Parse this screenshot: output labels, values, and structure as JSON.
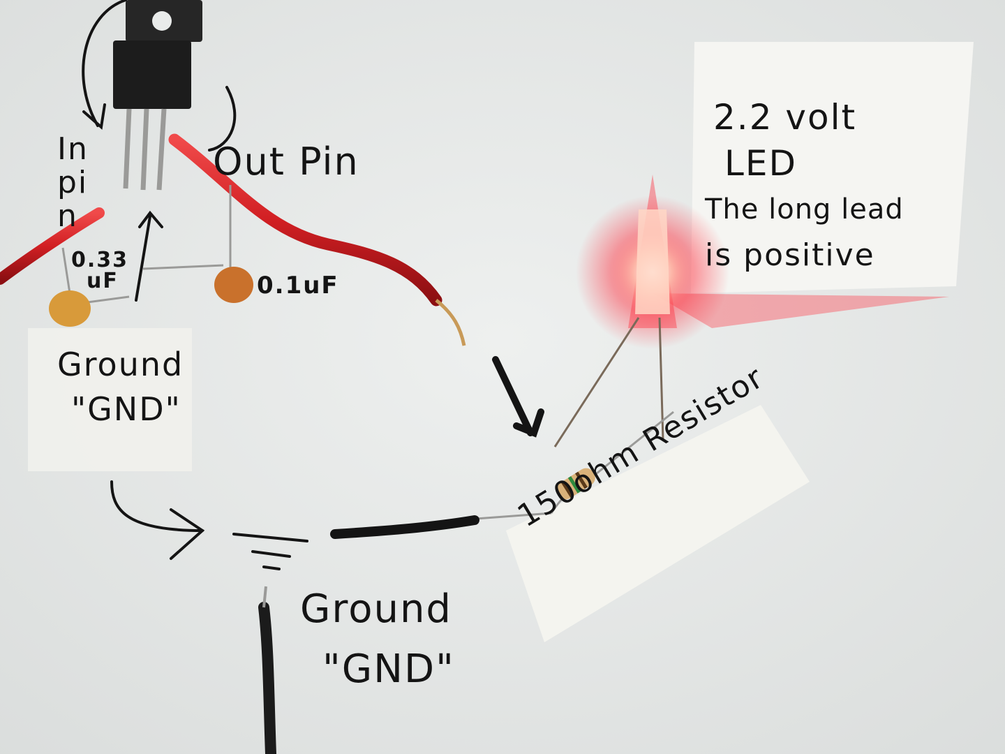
{
  "colors": {
    "paper": "#e9ebea",
    "ink": "#141414",
    "wire_red": "#d11f23",
    "wire_black": "#1b1b1b",
    "regulator": "#1c1c1c",
    "capacitor": "#d89a3a",
    "led_glow": "#ff2a3a",
    "label_paper": "#f4f4ef"
  },
  "labels": {
    "in_pin": "In pin",
    "out_pin": "Out Pin",
    "cap_small": "0.33 uF",
    "cap_small_line1": "0.33",
    "cap_small_line2": "uF",
    "cap_large": "0.1uF",
    "ground_top_line1": "Ground",
    "ground_top_line2": "\"GND\"",
    "ground_bottom_line1": "Ground",
    "ground_bottom_line2": "\"GND\"",
    "led_line1": "2.2 volt",
    "led_line2": "LED",
    "led_line3": "The long lead",
    "led_line4": "is positive",
    "resistor_line1": "150ohm Resistor"
  },
  "components": [
    {
      "name": "voltage-regulator",
      "icon": "to220-icon"
    },
    {
      "name": "capacitor-033uf",
      "icon": "ceramic-capacitor-icon"
    },
    {
      "name": "capacitor-01uf",
      "icon": "ceramic-capacitor-icon"
    },
    {
      "name": "red-led",
      "icon": "led-icon"
    },
    {
      "name": "resistor-150ohm",
      "icon": "resistor-icon"
    },
    {
      "name": "ground-symbol",
      "icon": "ground-icon"
    }
  ]
}
